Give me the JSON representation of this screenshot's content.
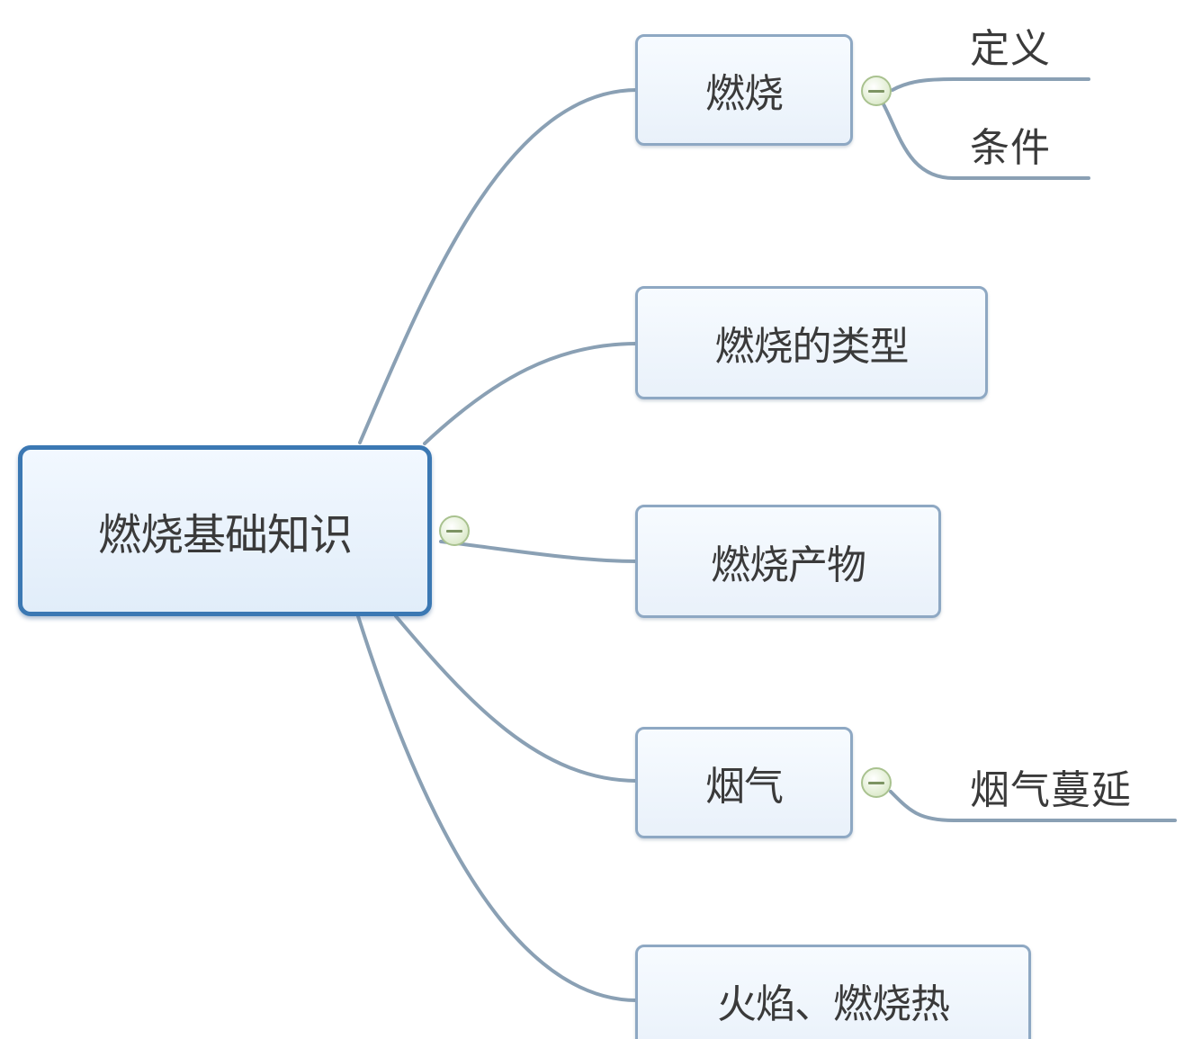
{
  "root": {
    "label": "燃烧基础知识"
  },
  "branches": [
    {
      "label": "燃烧",
      "children": [
        "定义",
        "条件"
      ]
    },
    {
      "label": "燃烧的类型",
      "children": []
    },
    {
      "label": "燃烧产物",
      "children": []
    },
    {
      "label": "烟气",
      "children": [
        "烟气蔓延"
      ]
    },
    {
      "label": "火焰、燃烧热",
      "children": []
    }
  ],
  "colors": {
    "connector": "#8aa0b4",
    "root_border": "#3b78b3",
    "node_border": "#8ea8c3",
    "toggle": "#a9c28f"
  },
  "icons": {
    "collapse": "minus-circle-icon"
  }
}
